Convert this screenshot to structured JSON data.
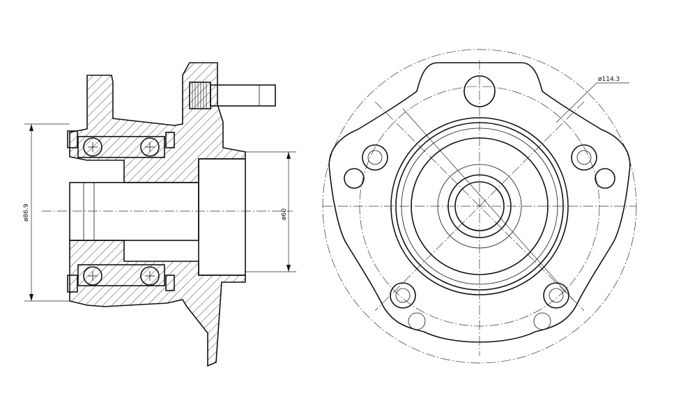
{
  "dimensions": {
    "hub_outer_diameter": "ø86.9",
    "pilot_diameter": "ø60",
    "bolt_circle_diameter": "ø114.3"
  },
  "drawing": {
    "views": [
      "section-view",
      "front-view"
    ],
    "stud_count": 5
  },
  "colors": {
    "line": "#111111",
    "background": "#ffffff"
  }
}
